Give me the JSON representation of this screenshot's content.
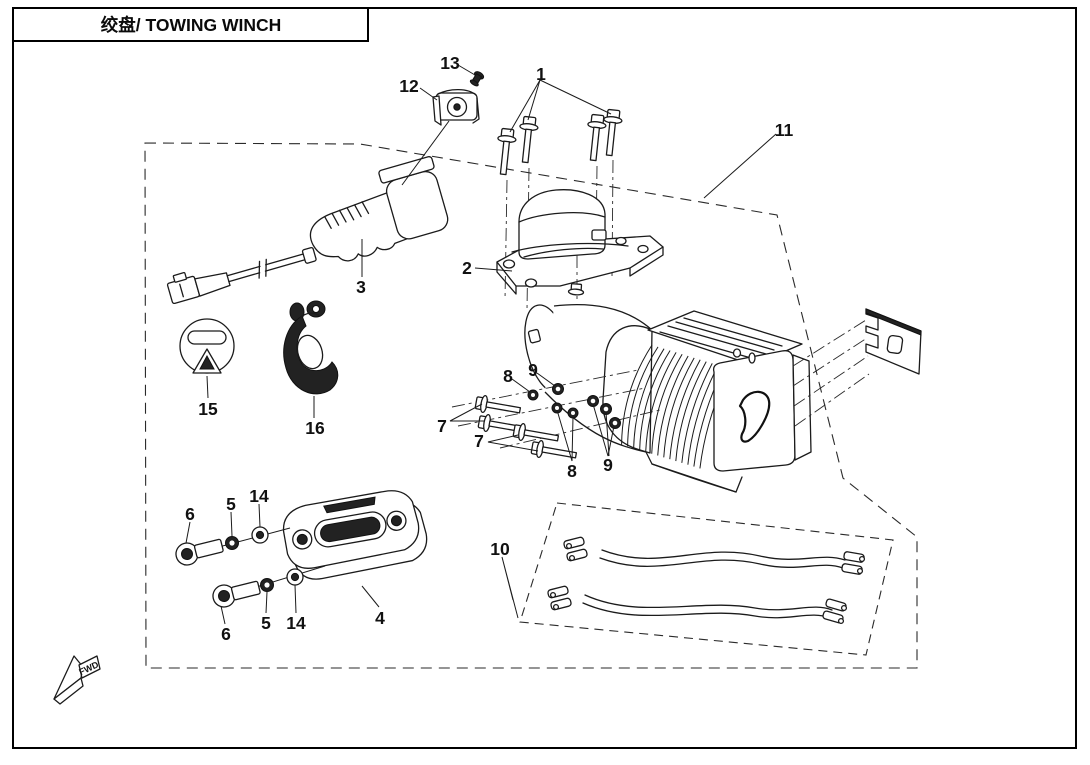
{
  "title": {
    "text": "绞盘/ TOWING WINCH"
  },
  "direction_marker": {
    "text": "FWD"
  },
  "callouts": {
    "n1": "1",
    "n2": "2",
    "n3": "3",
    "n4": "4",
    "n5": "5",
    "n6": "6",
    "n7": "7",
    "n8": "8",
    "n9": "9",
    "n10": "10",
    "n11": "11",
    "n12": "12",
    "n13": "13",
    "n14": "14",
    "n15": "15",
    "n16": "16"
  }
}
